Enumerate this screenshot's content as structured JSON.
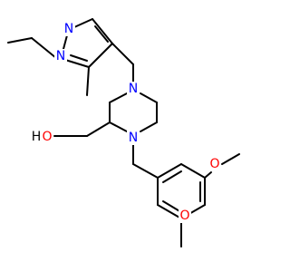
{
  "figure": {
    "type": "skeletal-formula",
    "background_color": "#ffffff",
    "bond_color": "#000000",
    "nitrogen_color": "#0000ff",
    "oxygen_color": "#ff0000",
    "hydrogen_color": "#000000"
  },
  "atoms": {
    "pyrazole_n1": "N",
    "pyrazole_n2": "N",
    "piperazine_n4": "N",
    "piperazine_n1": "N",
    "hydroxyl_o": "O",
    "hydroxyl_h": "H",
    "methoxy_o_upper": "O",
    "methoxy_o_lower": "O"
  }
}
